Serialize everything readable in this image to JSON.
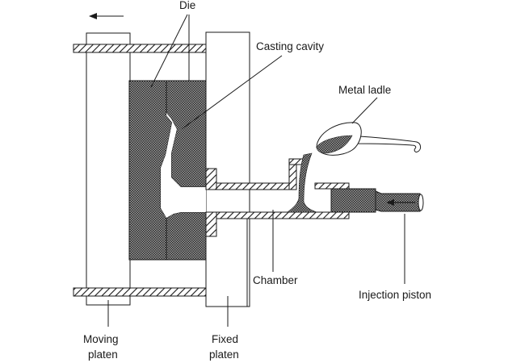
{
  "diagram": {
    "title": "Cold-chamber die casting machine",
    "direction_arrow": "arrow-left-icon",
    "labels": {
      "die": "Die",
      "casting_cavity": "Casting cavity",
      "metal_ladle": "Metal ladle",
      "chamber": "Chamber",
      "injection_piston": "Injection piston",
      "moving_platen_line1": "Moving",
      "moving_platen_line2": "platen",
      "fixed_platen_line1": "Fixed",
      "fixed_platen_line2": "platen"
    },
    "colors": {
      "ink": "#1a1a1a",
      "background": "#ffffff",
      "die_fill": "#6e6e6e",
      "hatch": "#1a1a1a"
    }
  }
}
